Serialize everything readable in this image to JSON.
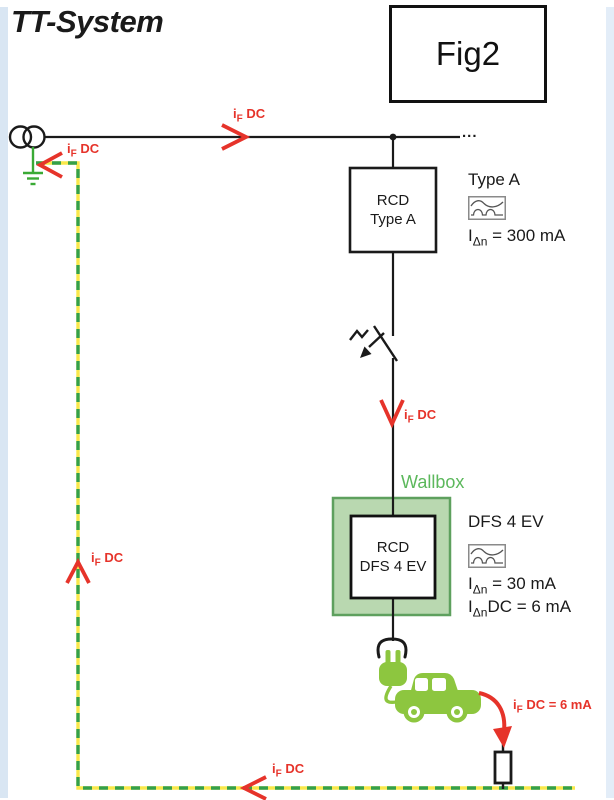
{
  "title": "TT-System",
  "figure": {
    "label": "Fig2"
  },
  "wire_ellipsis": "...",
  "main_rcd": {
    "box_line1": "RCD",
    "box_line2": "Type A"
  },
  "main_rcd_info": {
    "heading": "Type A",
    "rating_prefix": "I",
    "rating_sub": "Δn",
    "rating_rest": " = 300 mA"
  },
  "wallbox": {
    "label": "Wallbox",
    "box_line1": "RCD",
    "box_line2": "DFS 4 EV"
  },
  "ev_rcd_info": {
    "heading": "DFS 4 EV",
    "rating_prefix": "I",
    "rating_sub": "Δn",
    "rating_rest": " = 30 mA",
    "rating_dc_prefix": "I",
    "rating_dc_sub": "Δn",
    "rating_dc_rest": "DC = 6 mA"
  },
  "fault_current": {
    "prefix": "i",
    "sub": "F",
    "unit": " DC",
    "unit_with_value": " DC = 6 mA"
  },
  "colors": {
    "fault_red": "#e6332a",
    "ev_green": "#8dc63f",
    "earth_green": "#3aaa35",
    "pe_dash_green": "#33a04a",
    "pe_yellow": "#f9e84a",
    "wallbox_fill": "#b9d8b0",
    "wallbox_border": "#5ea05e",
    "wallbox_text_green": "#5cb85c",
    "page_strip_blue": "#d9e6f3"
  }
}
